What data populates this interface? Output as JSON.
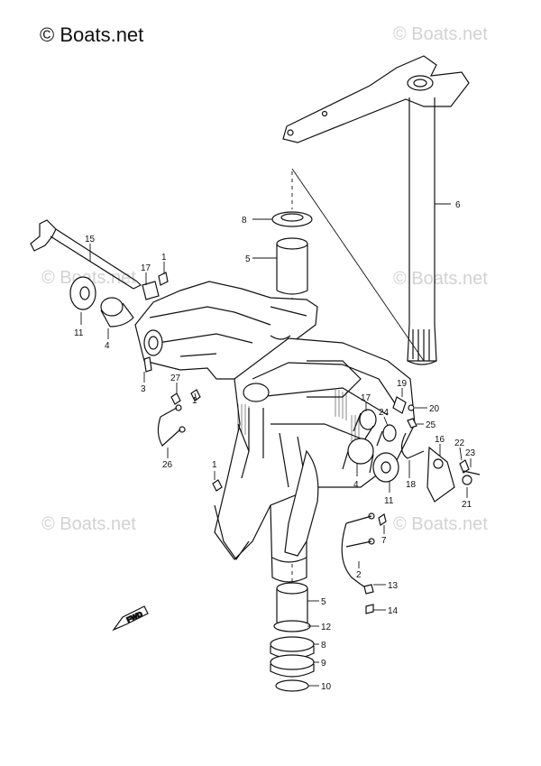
{
  "brand": "© Boats.net",
  "watermarks": [
    "© Boats.net",
    "© Boats.net",
    "© Boats.net",
    "© Boats.net",
    "© Boats.net"
  ],
  "fwd_label": "FWD",
  "callouts": [
    "6",
    "8",
    "5",
    "15",
    "1",
    "17",
    "11",
    "4",
    "3",
    "27",
    "1",
    "26",
    "19",
    "20",
    "17",
    "24",
    "25",
    "16",
    "22",
    "23",
    "4",
    "11",
    "18",
    "21",
    "1",
    "7",
    "2",
    "13",
    "14",
    "5",
    "12",
    "8",
    "9",
    "10"
  ]
}
